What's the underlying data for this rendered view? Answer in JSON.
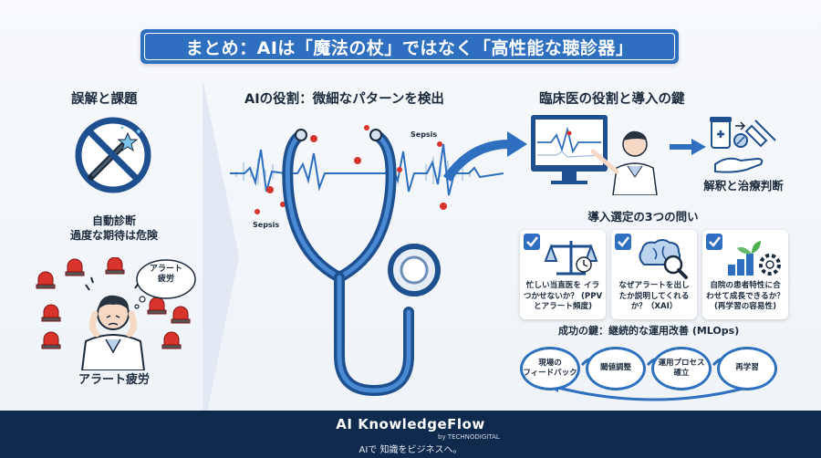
{
  "banner": {
    "title": "まとめ：AIは「魔法の杖」ではなく「高性能な聴診器」"
  },
  "left": {
    "title": "誤解と課題",
    "no_magic_line1": "自動診断",
    "no_magic_line2": "過度な期待は危険",
    "bubble_line1": "アラート",
    "bubble_line2": "疲労",
    "caption": "アラート疲労"
  },
  "middle": {
    "title": "AIの役割：微細なパターンを検出",
    "sepsis_label_1": "Sepsis",
    "sepsis_label_2": "Sepsis"
  },
  "right": {
    "title": "臨床医の役割と導入の鍵",
    "judgement_caption": "解釈と治療判断",
    "questions_title": "導入選定の3つの問い",
    "questions": [
      {
        "text": "忙しい当直医を イラつかせないか？ (PPVとアラート頻度)"
      },
      {
        "text": "なぜアラートを出し たか説明してくれる か？（XAI）"
      },
      {
        "text": "自院の患者特性に合 わせて成長できるか？ (再学習の容易性)"
      }
    ],
    "cycle_title": "成功の鍵：継続的な運用改善 (MLOps)",
    "cycle": [
      {
        "line1": "現場の",
        "line2": "フィードバック"
      },
      {
        "line1": "閾値調整",
        "line2": ""
      },
      {
        "line1": "運用プロセス",
        "line2": "確立"
      },
      {
        "line1": "再学習",
        "line2": ""
      }
    ]
  },
  "footer": {
    "brand": "AI KnowledgeFlow",
    "by": "by TECHNODIGITAL",
    "tagline": "AIで 知識をビジネスへ。"
  },
  "colors": {
    "primary": "#2e6fc0",
    "danger": "#d9342b",
    "navy": "#0f2a4d"
  }
}
